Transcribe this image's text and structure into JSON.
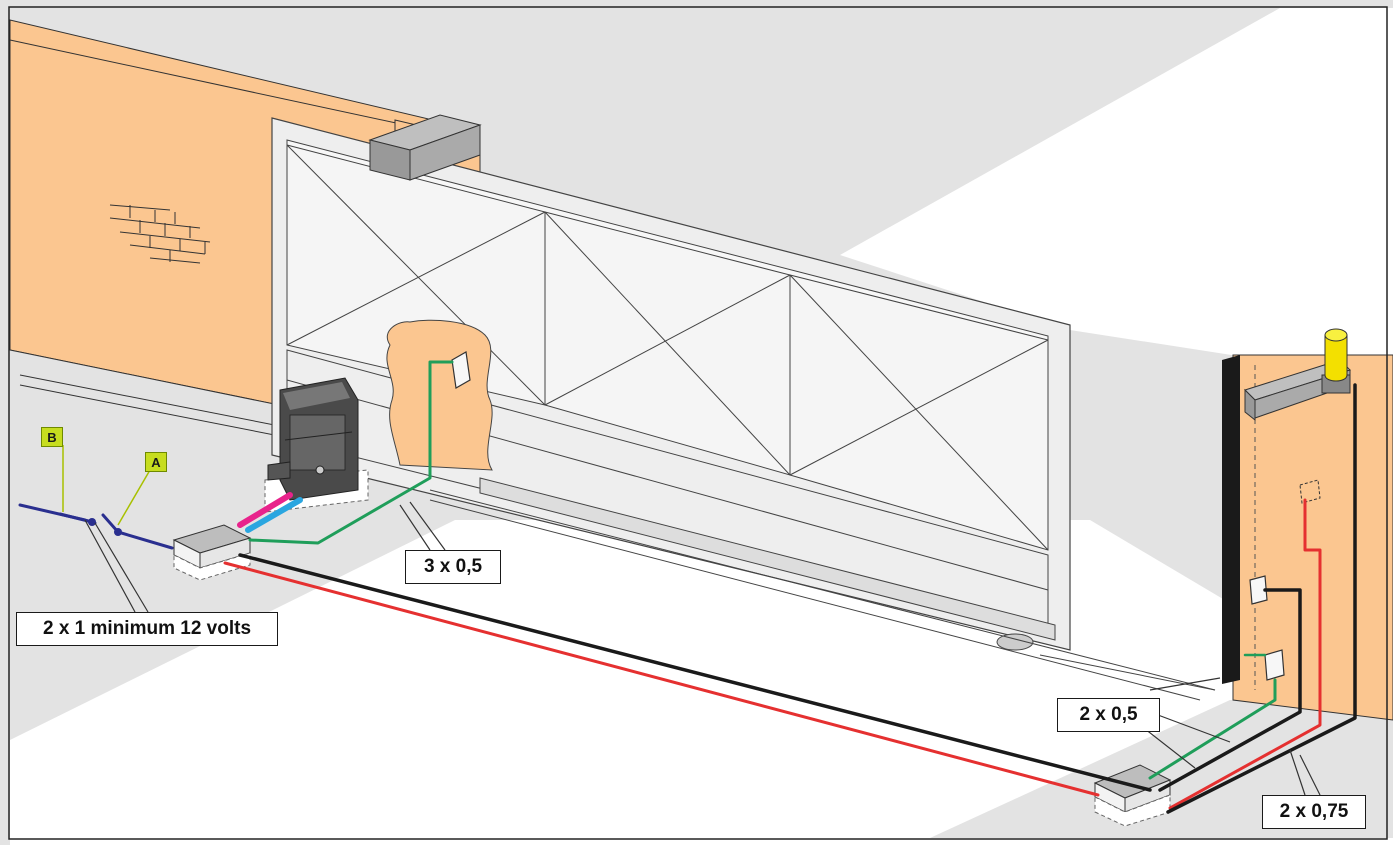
{
  "labels": {
    "cable_switches": "2 x 1 minimum 12 volts",
    "cable_photocell_gate": "3 x 0,5",
    "cable_photocell_post": "2 x 0,5",
    "cable_flashlight": "2 x 0,75"
  },
  "markers": {
    "a": "A",
    "b": "B"
  },
  "colors": {
    "wall": "#fbc690",
    "ground": "#e3e3e3",
    "gate": "#eeeeee",
    "wire_red": "#e53030",
    "wire_green": "#1f9e5a",
    "wire_black": "#1a1a1a",
    "wire_blue": "#2a2f8f",
    "wire_magenta": "#e8238c",
    "wire_cyan": "#2aa6e0",
    "lamp": "#f3e000",
    "marker": "#c7dd1f"
  }
}
